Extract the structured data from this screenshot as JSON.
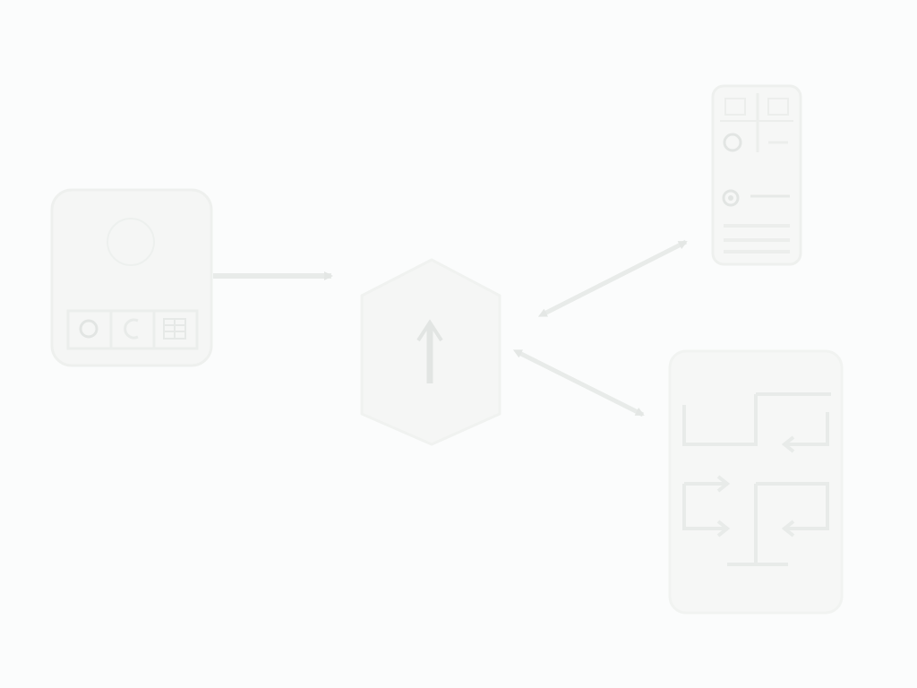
{
  "colors": {
    "background": "#fbfcfc",
    "node_fill": "#f5f6f5",
    "node_stroke": "#eef0ee",
    "line": "#e8ebe9",
    "arrow": "#e4e7e5",
    "icon": "#e2e5e3"
  },
  "diagram": {
    "nodes": [
      {
        "id": "source-device",
        "shape": "rounded-square",
        "icons": [
          "circle-icon",
          "toggle-icon",
          "grid-icon"
        ]
      },
      {
        "id": "central-hub",
        "shape": "hexagon",
        "icons": [
          "up-arrow-icon"
        ]
      },
      {
        "id": "mobile-screen",
        "shape": "tall-rounded-rect",
        "icons": [
          "circle-icon",
          "radio-icon"
        ]
      },
      {
        "id": "layout-panel",
        "shape": "tall-rounded-rect",
        "icons": [
          "layout-arrows-icon"
        ]
      }
    ],
    "edges": [
      {
        "from": "source-device",
        "to": "central-hub",
        "direction": "forward"
      },
      {
        "from": "central-hub",
        "to": "mobile-screen",
        "direction": "both"
      },
      {
        "from": "central-hub",
        "to": "layout-panel",
        "direction": "both"
      }
    ]
  }
}
